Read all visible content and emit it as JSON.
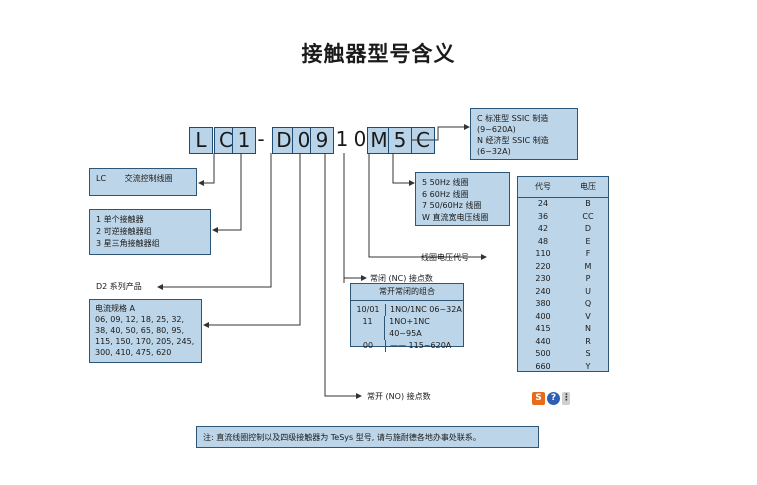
{
  "title": "接触器型号含义",
  "code": [
    "L",
    "C",
    "1",
    "-",
    "D",
    "0",
    "9",
    "1",
    "0",
    "M",
    "5",
    "C"
  ],
  "lc_box": {
    "code": "LC",
    "desc": "交流控制线圈"
  },
  "type_box": [
    "1  单个接触器",
    "2  可逆接触器组",
    "3  星三角接触器组"
  ],
  "series_label": "D2 系列产品",
  "rating_box": {
    "title": "电流规格 A",
    "lines": [
      "06, 09, 12, 18, 25, 32,",
      "38, 40, 50, 65, 80, 95,",
      "115, 150, 170, 205, 245,",
      "300, 410, 475, 620"
    ]
  },
  "ssic_box": [
    "C  标准型 SSIC 制造",
    "    (9~620A)",
    "N  经济型 SSIC 制造",
    "    (6~32A)"
  ],
  "freq_box": [
    "5     50Hz        线圈",
    "6     60Hz        线圈",
    "7     50/60Hz   线圈",
    "W  直流宽电压线圈"
  ],
  "coil_label": "线圈电压代号",
  "nc_label": "常闭 (NC) 接点数",
  "no_label": "常开 (NO) 接点数",
  "config_box": {
    "title": "常开常闭的组合",
    "rows": [
      {
        "code": "10/01",
        "desc": "1NO/1NC 06~32A"
      },
      {
        "code": "11",
        "desc": "1NO+1NC 40~95A"
      },
      {
        "code": "00",
        "desc": "——        115~620A"
      }
    ]
  },
  "voltage_table": {
    "headers": [
      "代号",
      "电压"
    ],
    "rows": [
      [
        "24",
        "B"
      ],
      [
        "36",
        "CC"
      ],
      [
        "42",
        "D"
      ],
      [
        "48",
        "E"
      ],
      [
        "110",
        "F"
      ],
      [
        "220",
        "M"
      ],
      [
        "230",
        "P"
      ],
      [
        "240",
        "U"
      ],
      [
        "380",
        "Q"
      ],
      [
        "400",
        "V"
      ],
      [
        "415",
        "N"
      ],
      [
        "440",
        "R"
      ],
      [
        "500",
        "S"
      ],
      [
        "660",
        "Y"
      ]
    ]
  },
  "toolbar": {
    "s_label": "S",
    "help_label": "?",
    "more_label": "⋮"
  },
  "note": "注: 直流线圈控制以及四级接触器为 TeSys 型号, 请与施耐德各地办事处联系。",
  "colors": {
    "panel": "#bcd5e8",
    "border": "#2b5677",
    "line": "#333333"
  }
}
